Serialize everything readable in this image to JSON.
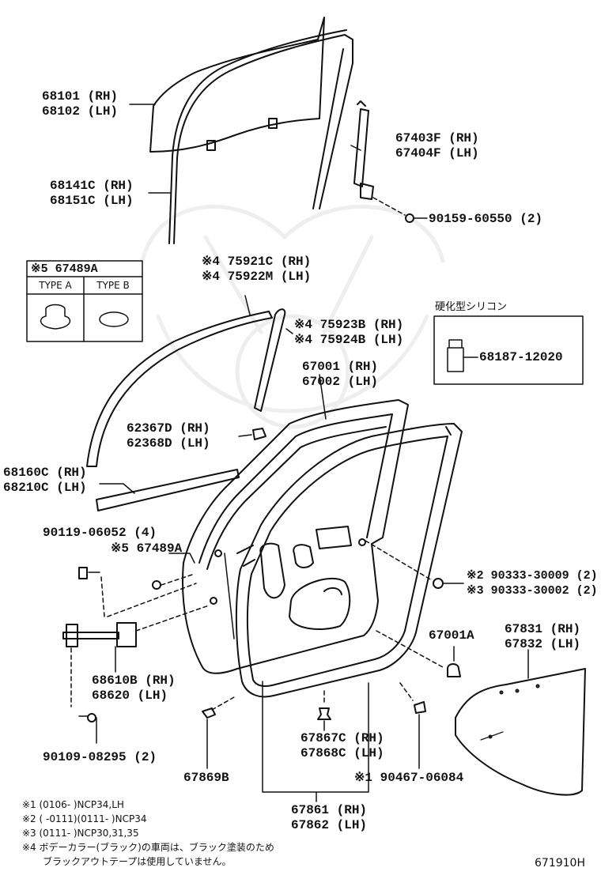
{
  "labels": {
    "p68101": [
      "68101 (RH)",
      "68102 (LH)"
    ],
    "p68141": [
      "68141C (RH)",
      "68151C (LH)"
    ],
    "p67403": [
      "67403F (RH)",
      "67404F (LH)"
    ],
    "p90159": "90159-60550 (2)",
    "p75921": [
      "※4 75921C (RH)",
      "※4 75922M (LH)"
    ],
    "p75923": [
      "※4 75923B (RH)",
      "※4 75924B (LH)"
    ],
    "p67001": [
      "67001 (RH)",
      "67002 (LH)"
    ],
    "p62367": [
      "62367D (RH)",
      "62368D (LH)"
    ],
    "p68160": [
      "68160C (RH)",
      "68210C (LH)"
    ],
    "p90119": "90119-06052 (4)",
    "p67489a": "※5 67489A",
    "p90333": [
      "※2 90333-30009 (2)",
      "※3 90333-30002 (2)"
    ],
    "p67001a": "67001A",
    "p67831": [
      "67831 (RH)",
      "67832 (LH)"
    ],
    "p68610": [
      "68610B (RH)",
      "68620 (LH)"
    ],
    "p90109": "90109-08295 (2)",
    "p67867": [
      "67867C (RH)",
      "67868C (LH)"
    ],
    "p67869": "67869B",
    "p90467": "※1 90467-06084",
    "p67861": [
      "67861 (RH)",
      "67862 (LH)"
    ],
    "p68187": "68187-12020"
  },
  "type_box": {
    "title": "※5 67489A",
    "col_a": "TYPE A",
    "col_b": "TYPE B"
  },
  "silicone_title": "硬化型シリコン",
  "notes": [
    "※1 (0106-    )NCP34,LH",
    "※2 (    -0111)(0111-    )NCP34",
    "※3 (0111-    )NCP30,31,35",
    "※4 ボデーカラー(ブラック)の車両は、ブラック塗装のため",
    "ブラックアウトテープは使用していません。"
  ],
  "ref_code": "671910H"
}
